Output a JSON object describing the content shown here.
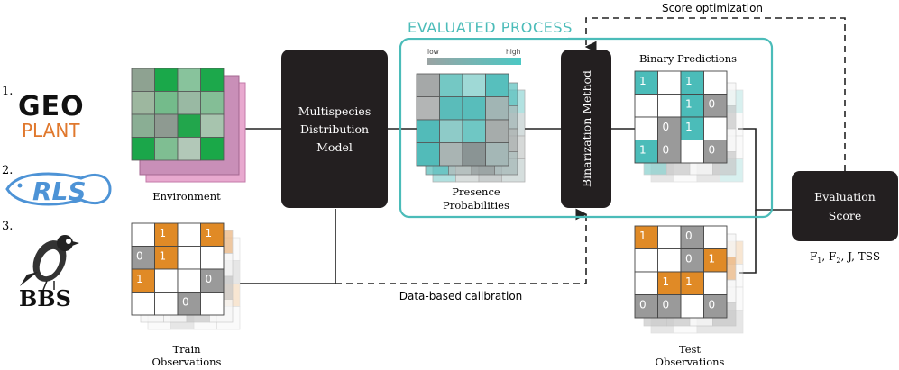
{
  "datasets": [
    {
      "index": "1.",
      "logo_lines": [
        "GEO",
        "PLANT"
      ]
    },
    {
      "index": "2.",
      "logo_lines": [
        "RLS"
      ]
    },
    {
      "index": "3.",
      "logo_lines": [
        "BBS"
      ]
    }
  ],
  "labels": {
    "environment": "Environment",
    "train_observations": [
      "Train",
      "Observations"
    ],
    "model": [
      "Multispecies",
      "Distribution",
      "Model"
    ],
    "evaluated_process": "EVALUATED PROCESS",
    "legend_low": "low",
    "legend_high": "high",
    "presence_probabilities": [
      "Presence",
      "Probabilities"
    ],
    "binarization_method": "Binarization Method",
    "binary_predictions": "Binary Predictions",
    "score_optimization": "Score optimization",
    "data_based_calibration": "Data-based calibration",
    "evaluation_score": [
      "Evaluation",
      "Score"
    ],
    "metrics": {
      "f1": "F",
      "f1_sub": "1",
      "f2": "F",
      "f2_sub": "2",
      "rest": ", J, TSS"
    },
    "test_observations": [
      "Test",
      "Observations"
    ]
  },
  "grids": {
    "environment_colors": [
      [
        "#8ea291",
        "#1aa84a",
        "#88c39c",
        "#1ca84b"
      ],
      [
        "#9db79f",
        "#74bb8b",
        "#99b9a3",
        "#84be96"
      ],
      [
        "#8aae94",
        "#8e9a91",
        "#22a64c",
        "#a7c4ae"
      ],
      [
        "#1ba64a",
        "#7fbe92",
        "#b2c8b8",
        "#1aa848"
      ]
    ],
    "probability_colors": [
      [
        "#a5a8a8",
        "#74c8c4",
        "#9fd9d6",
        "#57bfbd"
      ],
      [
        "#b3b5b5",
        "#5abcba",
        "#58bdbb",
        "#a1b5b4"
      ],
      [
        "#52bbb9",
        "#8ecbc8",
        "#6fc7c4",
        "#a6acab"
      ],
      [
        "#52bbb9",
        "#a9b4b3",
        "#8a9494",
        "#a4b7b6"
      ]
    ],
    "binary_predictions": [
      [
        "1",
        "",
        "1",
        ""
      ],
      [
        "",
        "",
        "1",
        "0"
      ],
      [
        "",
        "0",
        "1",
        ""
      ],
      [
        "1",
        "0",
        "",
        "0"
      ]
    ],
    "train_observations": [
      [
        "",
        "1",
        "",
        "1"
      ],
      [
        "0",
        "1",
        "",
        ""
      ],
      [
        "1",
        "",
        "",
        "0"
      ],
      [
        "",
        "",
        "0",
        ""
      ]
    ],
    "test_observations": [
      [
        "1",
        "",
        "0",
        ""
      ],
      [
        "",
        "",
        "0",
        "1"
      ],
      [
        "",
        "1",
        "1",
        ""
      ],
      [
        "0",
        "0",
        "",
        "0"
      ]
    ]
  },
  "colors": {
    "teal": "#4bbcb9",
    "green": "#1aa84a",
    "orange": "#e08a26",
    "gray": "#9a9a9a",
    "dark_box": "#231f20",
    "geo_orange": "#e0782d",
    "rls_blue": "#4d93d6"
  }
}
